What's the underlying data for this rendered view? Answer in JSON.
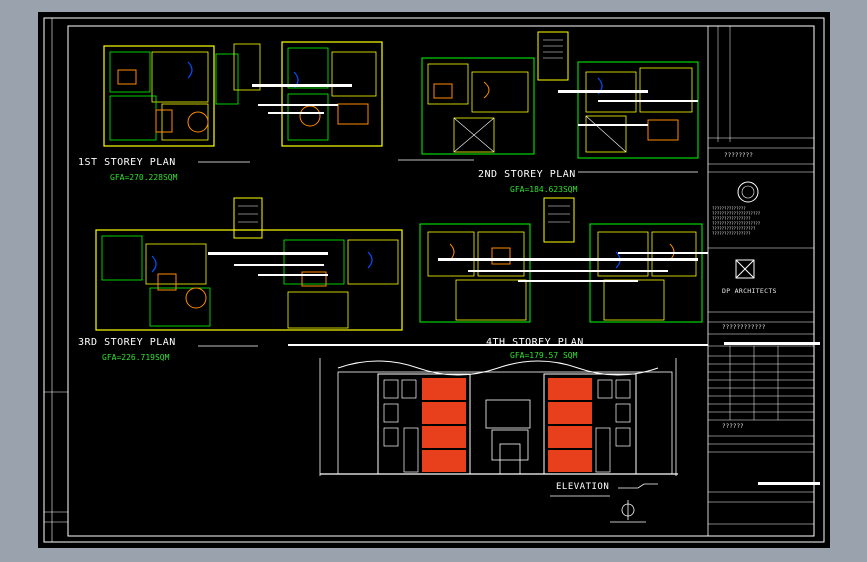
{
  "drawing": {
    "plans": [
      {
        "id": "1st",
        "title": "1ST STOREY PLAN",
        "gfa": "GFA=270.228SQM"
      },
      {
        "id": "2nd",
        "title": "2ND STOREY PLAN",
        "gfa": "GFA=184.623SQM"
      },
      {
        "id": "3rd",
        "title": "3RD STOREY PLAN",
        "gfa": "GFA=226.719SQM"
      },
      {
        "id": "4th",
        "title": "4TH STOREY PLAN",
        "gfa": "GFA=179.57 SQM"
      }
    ],
    "elevation_title": "ELEVATION"
  },
  "title_block": {
    "firm_name": "DP ARCHITECTS",
    "code_top": "????????",
    "code_mid": "????????????",
    "code_bottom": "??????",
    "seal_lines": [
      "??????????????",
      "????????????????????",
      "????????????????",
      "????????????????????",
      "??????????????????",
      "????????????????"
    ]
  },
  "colors": {
    "background": "#000000",
    "border": "#ffffff",
    "walls": "#ffff00",
    "outline": "#00ff00",
    "furniture": "#ff8c00",
    "doors": "#0050ff",
    "fills": "#e8401c",
    "text_gfa": "#2fe02f"
  }
}
